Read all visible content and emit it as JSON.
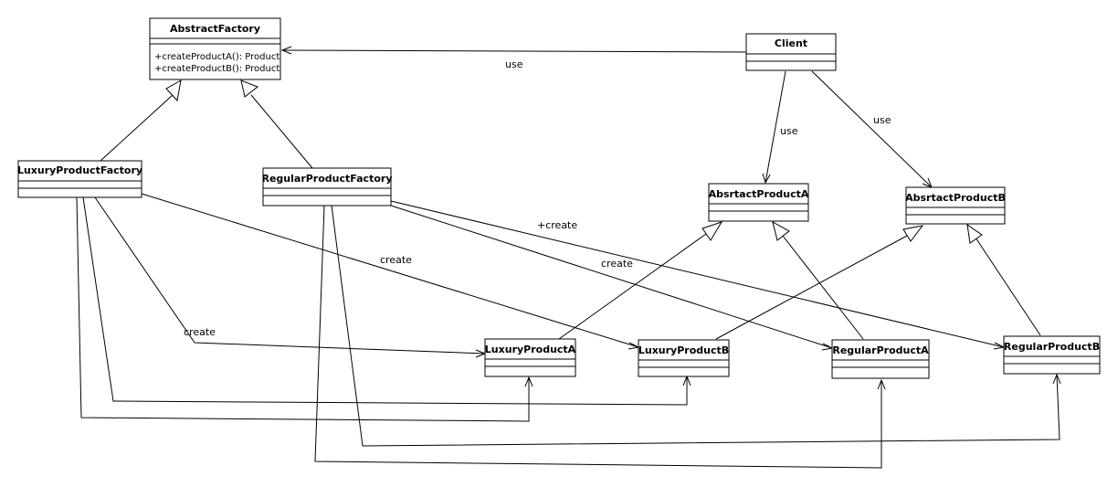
{
  "diagram": {
    "classes": {
      "abstract_factory": {
        "name": "AbstractFactory",
        "methods": [
          "+createProductA(): Product",
          "+createProductB(): Product"
        ]
      },
      "client": {
        "name": "Client"
      },
      "luxury_factory": {
        "name": "LuxuryProductFactory"
      },
      "regular_factory": {
        "name": "RegularProductFactory"
      },
      "abstract_product_a": {
        "name": "AbsrtactProductA"
      },
      "abstract_product_b": {
        "name": "AbsrtactProductB"
      },
      "luxury_product_a": {
        "name": "LuxuryProductA"
      },
      "luxury_product_b": {
        "name": "LuxuryProductB"
      },
      "regular_product_a": {
        "name": "RegularProductA"
      },
      "regular_product_b": {
        "name": "RegularProductB"
      }
    },
    "labels": {
      "use_factory": "use",
      "use_product_a": "use",
      "use_product_b": "use",
      "create_luxury_a": "create",
      "create_luxury_b": "create",
      "create_regular_a": "create",
      "create_regular_b": "+create"
    }
  }
}
